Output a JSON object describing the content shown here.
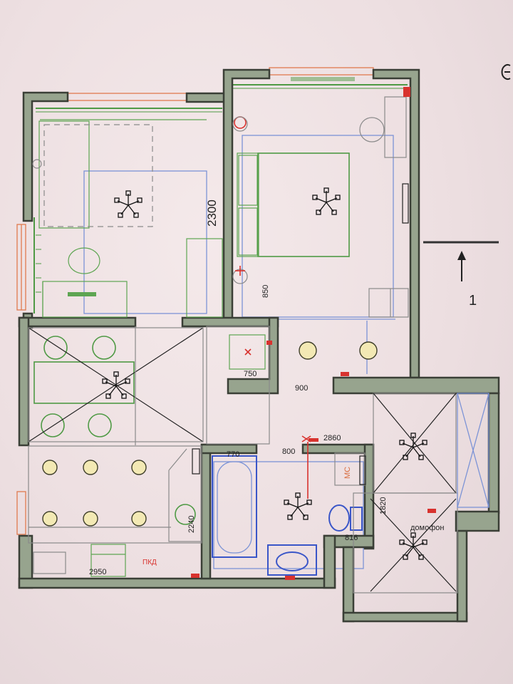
{
  "dimensions": {
    "d2300": "2300",
    "d850": "850",
    "d750": "750",
    "d900": "900",
    "d2860": "2860",
    "d770": "770",
    "d800": "800",
    "d1820": "1820",
    "d2240": "2240",
    "d816": "816",
    "d2950": "2950"
  },
  "labels": {
    "intercom": "домофон",
    "section_number": "1",
    "mc": "МС",
    "pkd": "ПКД"
  },
  "colors": {
    "wall": "#97a48e",
    "furniture": "#4f9a45",
    "ceiling": "#7c93d6",
    "electric": "#d8322e",
    "plumbing": "#3a56c8"
  }
}
